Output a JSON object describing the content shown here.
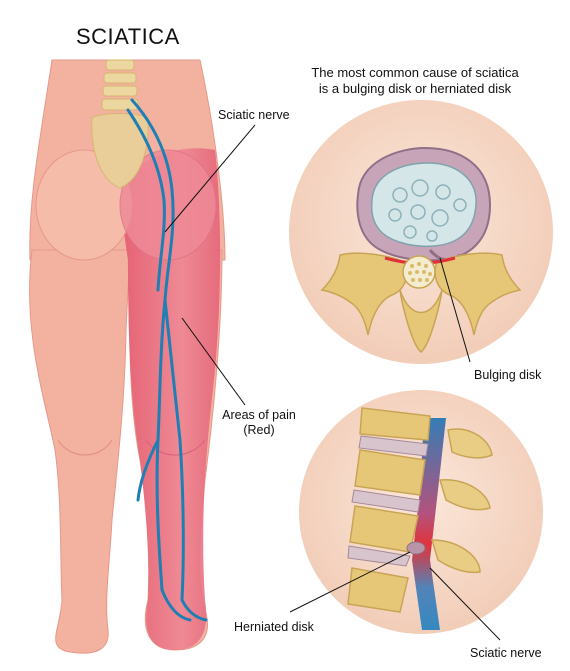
{
  "title": "SCIATICA",
  "heading": {
    "line1": "The most common cause of sciatica",
    "line2": "is a bulging disk or herniated disk"
  },
  "labels": {
    "sciatic_nerve_top": "Sciatic nerve",
    "areas_of_pain_line1": "Areas of pain",
    "areas_of_pain_line2": "(Red)",
    "bulging_disk": "Bulging disk",
    "herniated_disk": "Herniated disk",
    "sciatic_nerve_bottom": "Sciatic nerve"
  },
  "colors": {
    "skin": "#f3b2a0",
    "skin_shade": "#e99a88",
    "pain": "#e46a7c",
    "pain_light": "#f08c98",
    "nerve": "#1e7fb4",
    "bone": "#e6c778",
    "bone_shade": "#c9a455",
    "disk": "#c8a4b8",
    "nucleus": "#cfe3e6",
    "circle_bg": "#f6dccb",
    "herniation": "#e0303a"
  }
}
